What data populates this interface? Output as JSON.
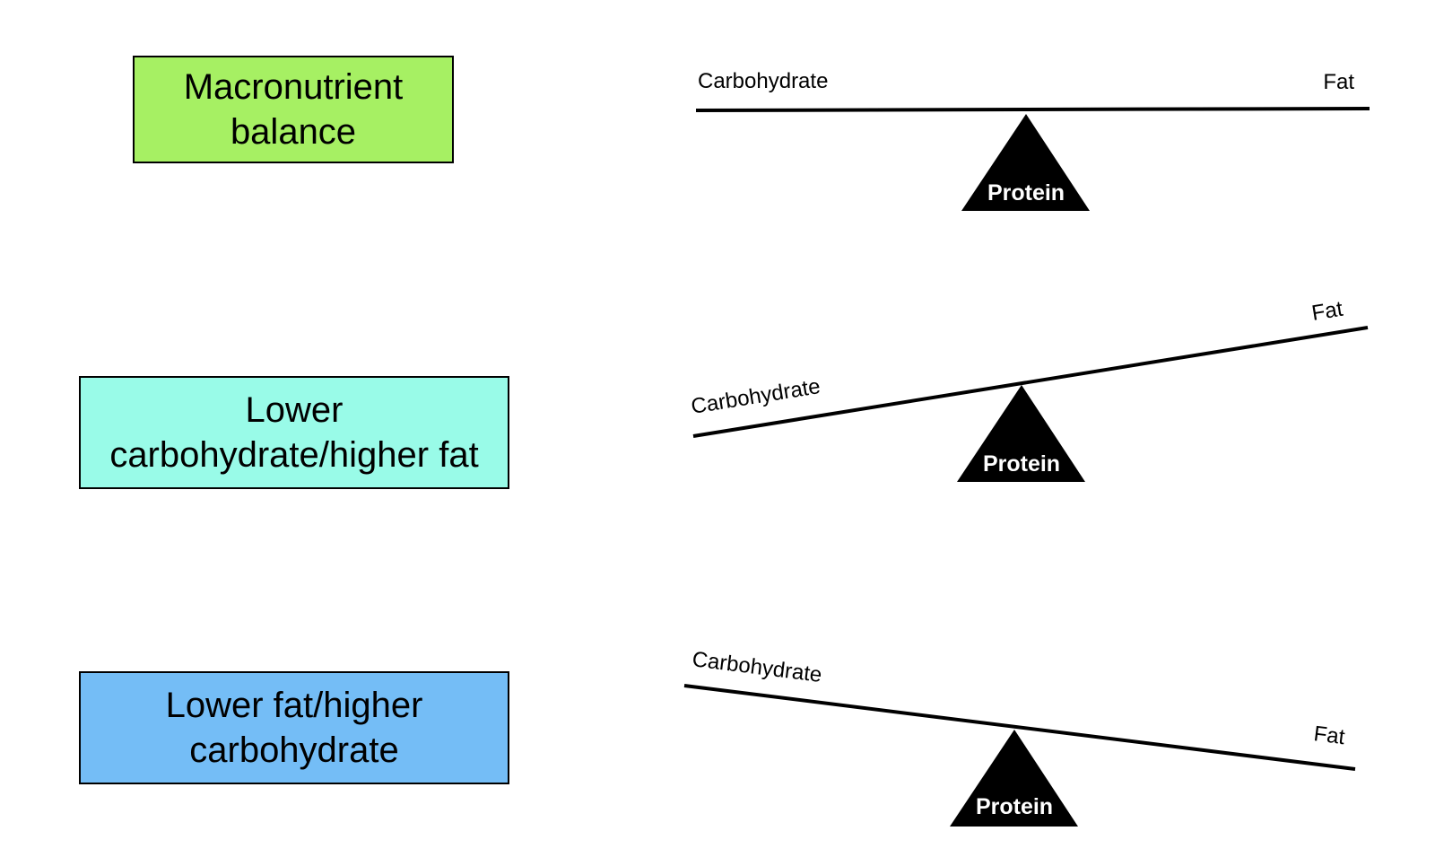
{
  "rows": [
    {
      "title": "Macronutrient\nbalance",
      "box_color": "#a6f063",
      "left_label": "Carbohydrate",
      "right_label": "Fat",
      "fulcrum_label": "Protein",
      "tilt": "level"
    },
    {
      "title": "Lower\ncarbohydrate/higher fat",
      "box_color": "#99fbe8",
      "left_label": "Carbohydrate",
      "right_label": "Fat",
      "fulcrum_label": "Protein",
      "tilt": "right-end-up"
    },
    {
      "title": "Lower fat/higher\ncarbohydrate",
      "box_color": "#74bdf6",
      "left_label": "Carbohydrate",
      "right_label": "Fat",
      "fulcrum_label": "Protein",
      "tilt": "left-end-up"
    }
  ]
}
